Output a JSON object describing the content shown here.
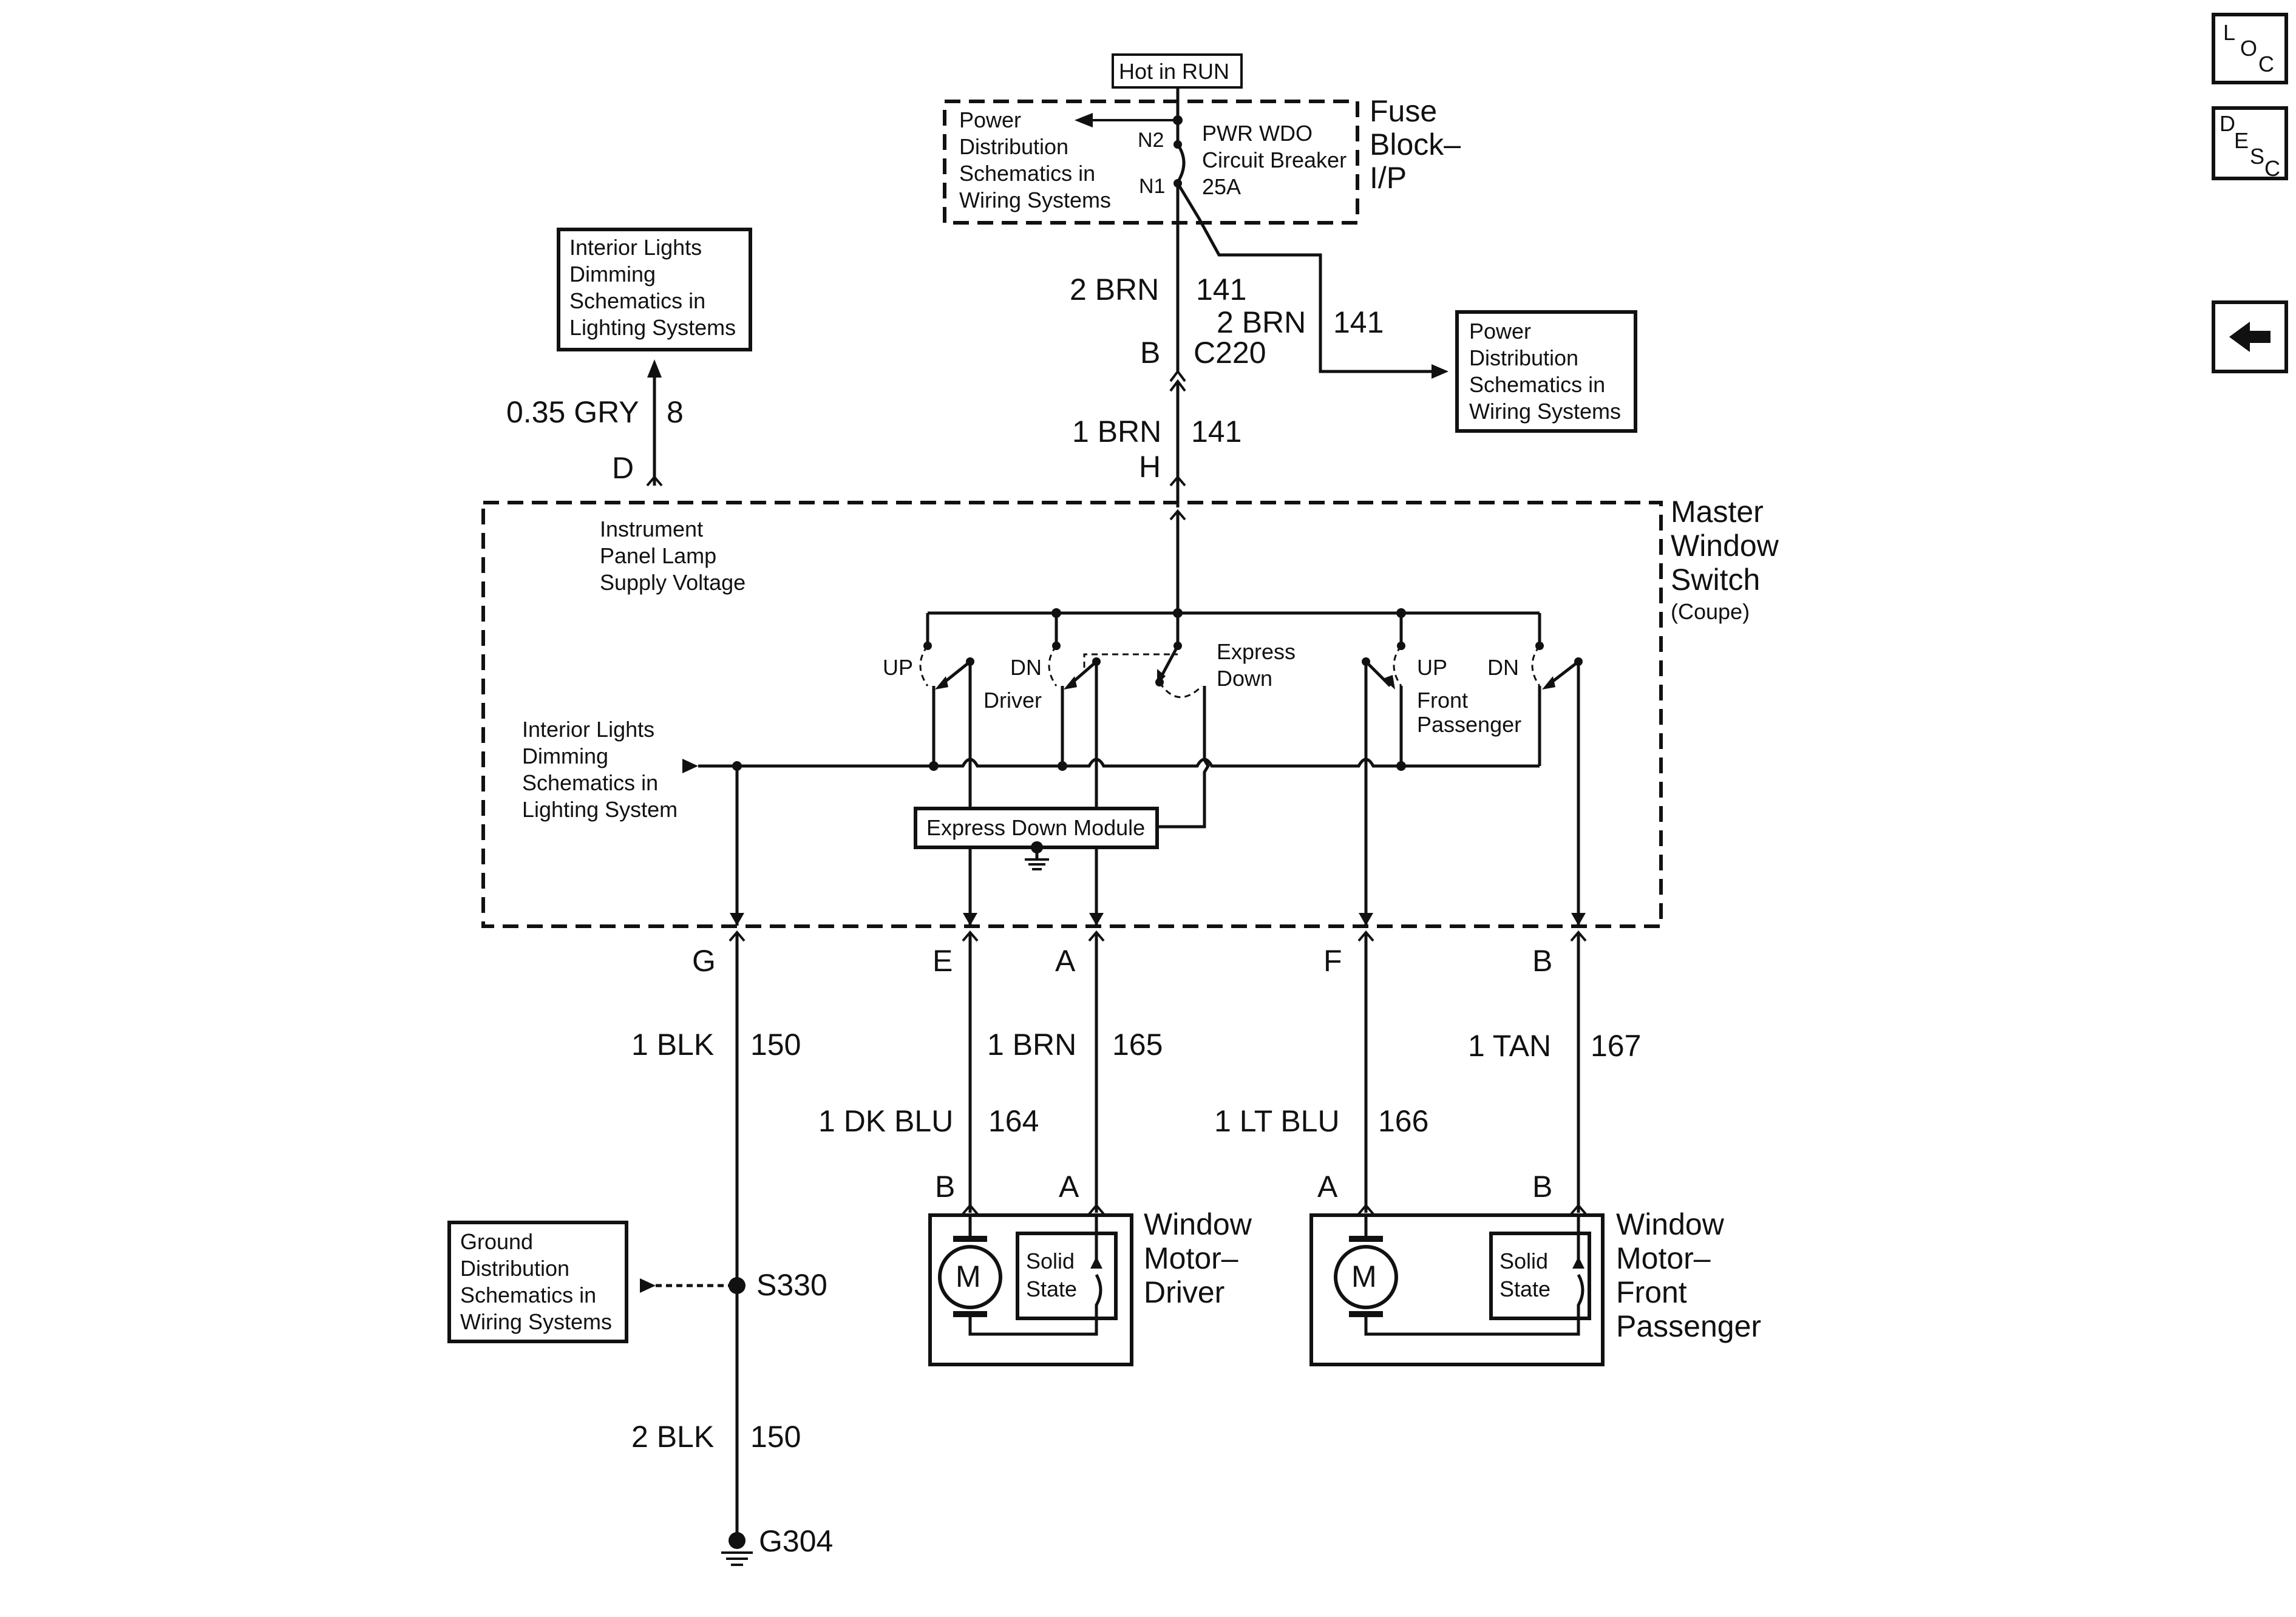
{
  "nav": {
    "loc_top": "L",
    "loc_mid": "O",
    "loc_bot": "C",
    "desc_1": "D",
    "desc_2": "E",
    "desc_3": "S",
    "desc_4": "C",
    "back_icon": "left-arrow-icon"
  },
  "top": {
    "hot_in_run": "Hot in RUN",
    "fuse_block_1": "Fuse",
    "fuse_block_2": "Block–",
    "fuse_block_3": "I/P",
    "power_dist_left": [
      "Power",
      "Distribution",
      "Schematics in",
      "Wiring Systems"
    ],
    "cb_name": [
      "PWR WDO",
      "Circuit Breaker",
      "25A"
    ],
    "pin_n2": "N2",
    "pin_n1": "N1",
    "wire_main_upper": "2 BRN",
    "circuit_main_upper": "141",
    "wire_branch": "2 BRN",
    "circuit_branch": "141",
    "power_dist_right": [
      "Power",
      "Distribution",
      "Schematics in",
      "Wiring Systems"
    ],
    "conn_b": "B",
    "conn_c220": "C220",
    "wire_main_lower": "1 BRN",
    "circuit_main_lower": "141",
    "pin_h": "H"
  },
  "interior": {
    "box_lines": [
      "Interior Lights",
      "Dimming",
      "Schematics in",
      "Lighting Systems"
    ],
    "wire": "0.35 GRY",
    "circuit": "8",
    "pin_d": "D"
  },
  "switch": {
    "title_1": "Master",
    "title_2": "Window",
    "title_3": "Switch",
    "title_4": "(Coupe)",
    "ip_lamp": [
      "Instrument",
      "Panel Lamp",
      "Supply Voltage"
    ],
    "dim_lines": [
      "Interior Lights",
      "Dimming",
      "Schematics in",
      "Lighting System"
    ],
    "up_driver": "UP",
    "dn_driver": "DN",
    "driver": "Driver",
    "express_1": "Express",
    "express_2": "Down",
    "up_pass": "UP",
    "dn_pass": "DN",
    "front_1": "Front",
    "front_2": "Passenger",
    "module": "Express Down Module"
  },
  "pins": {
    "g": "G",
    "e": "E",
    "a": "A",
    "f": "F",
    "b": "B"
  },
  "wires": {
    "g_wire": "1 BLK",
    "g_circ": "150",
    "a_wire": "1 BRN",
    "a_circ": "165",
    "e_wire": "1 DK BLU",
    "e_circ": "164",
    "f_wire": "1 LT BLU",
    "f_circ": "166",
    "b_wire": "1 TAN",
    "b_circ": "167",
    "gnd_wire": "2 BLK",
    "gnd_circ": "150"
  },
  "motors": {
    "driver_pin_b": "B",
    "driver_pin_a": "A",
    "pass_pin_a": "A",
    "pass_pin_b": "B",
    "motor_symbol": "M",
    "solid_1": "Solid",
    "solid_2": "State",
    "driver_title": [
      "Window",
      "Motor–",
      "Driver"
    ],
    "pass_title": [
      "Window",
      "Motor–",
      "Front",
      "Passenger"
    ]
  },
  "ground": {
    "box_lines": [
      "Ground",
      "Distribution",
      "Schematics in",
      "Wiring Systems"
    ],
    "splice": "S330",
    "ground_point": "G304"
  }
}
